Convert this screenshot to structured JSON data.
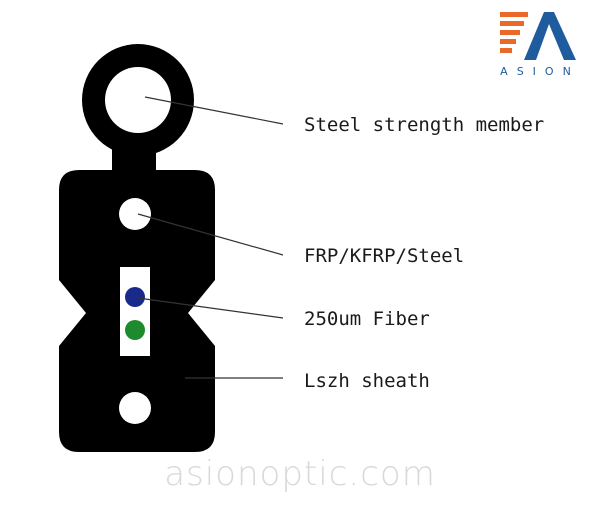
{
  "labels": {
    "steel_strength_member": "Steel strength member",
    "frp": "FRP/KFRP/Steel",
    "fiber": "250um Fiber",
    "sheath": "Lszh sheath"
  },
  "logo": {
    "text": "ASION",
    "colors": {
      "orange": "#e8692a",
      "blue": "#1f5c9e"
    }
  },
  "watermark": "asionoptic.com",
  "colors": {
    "cable": "#000000",
    "fiber_top": "#1a2a8c",
    "fiber_bottom": "#1e8a2e"
  }
}
